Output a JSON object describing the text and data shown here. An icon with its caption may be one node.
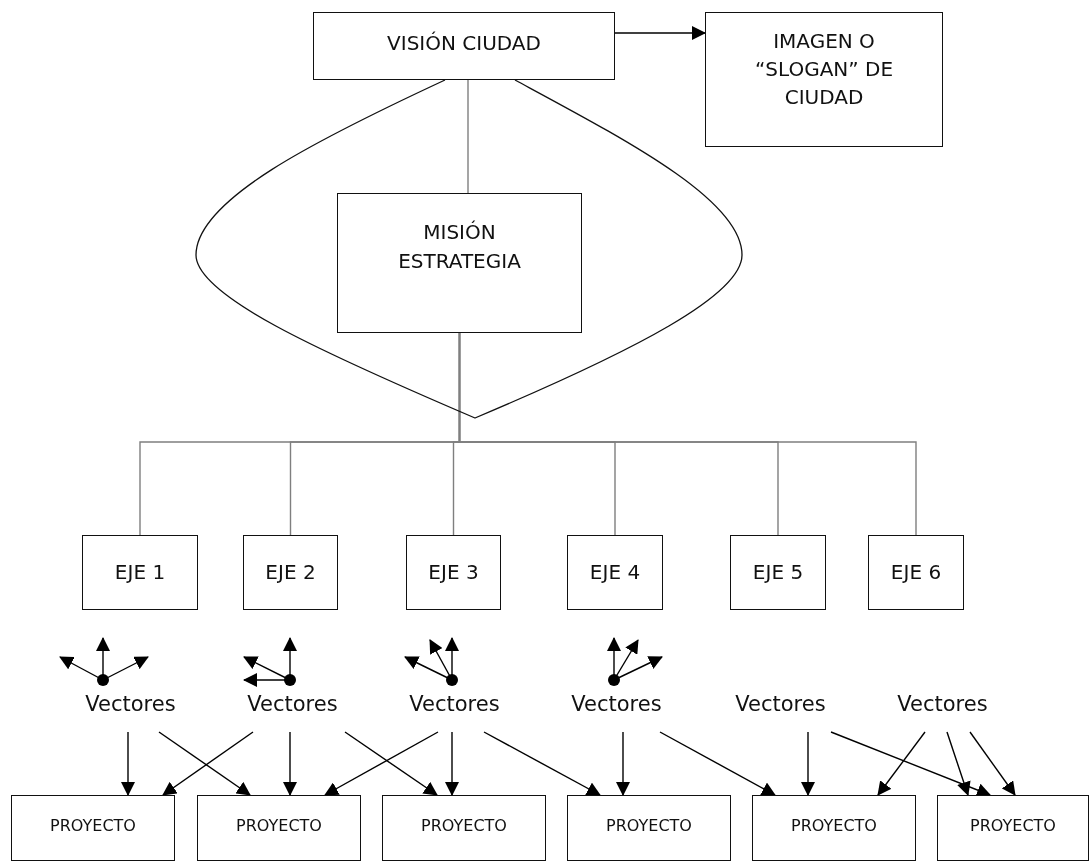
{
  "diagram": {
    "nodes": [
      {
        "text": [
          "VISIÓN CIUDAD"
        ]
      },
      {
        "text": [
          "IMAGEN O “SLOGAN” DE CIUDAD"
        ]
      },
      {
        "text": [],
        "shape": "lens"
      },
      {
        "text": [
          "MISIÓN ESTRATEGIA"
        ],
        "in": 2
      },
      {
        "text": [
          "EJE 1"
        ]
      },
      {
        "text": [
          "EJE 2"
        ]
      },
      {
        "text": [
          "EJE 3"
        ]
      },
      {
        "text": [
          "EJE 4"
        ]
      },
      {
        "text": [
          "EJE 5"
        ]
      },
      {
        "text": [
          "EJE 6"
        ]
      },
      {
        "text": [
          "Vectores"
        ]
      },
      {
        "text": [
          "Vectores"
        ]
      },
      {
        "text": [
          "Vectores"
        ]
      },
      {
        "text": [
          "Vectores"
        ]
      },
      {
        "text": [
          "Vectores"
        ]
      },
      {
        "text": [
          "Vectores"
        ]
      },
      {
        "text": [
          "PROYECTO"
        ]
      },
      {
        "text": [
          "PROYECTO"
        ]
      },
      {
        "text": [
          "PROYECTO"
        ]
      },
      {
        "text": [
          "PROYECTO"
        ]
      },
      {
        "text": [
          "PROYECTO"
        ]
      },
      {
        "text": [
          "PROYECTO"
        ]
      }
    ],
    "edges": [
      {
        "from": 0,
        "to": 1,
        "arrow": "to"
      },
      {
        "from": 0,
        "to": 3,
        "arrow": "none",
        "color": "#7f7f7f"
      },
      {
        "from": 3,
        "to": 4,
        "arrow": "none",
        "color": "#7f7f7f"
      },
      {
        "from": 3,
        "to": 5,
        "arrow": "none",
        "color": "#7f7f7f"
      },
      {
        "from": 3,
        "to": 6,
        "arrow": "none",
        "color": "#7f7f7f"
      },
      {
        "from": 3,
        "to": 7,
        "arrow": "none",
        "color": "#7f7f7f"
      },
      {
        "from": 3,
        "to": 8,
        "arrow": "none",
        "color": "#7f7f7f"
      },
      {
        "from": 3,
        "to": 9,
        "arrow": "none",
        "color": "#7f7f7f"
      },
      {
        "from": 10,
        "to": 16,
        "arrow": "to"
      },
      {
        "from": 10,
        "to": 17,
        "arrow": "to"
      },
      {
        "from": 11,
        "to": 16,
        "arrow": "to"
      },
      {
        "from": 11,
        "to": 17,
        "arrow": "to"
      },
      {
        "from": 11,
        "to": 18,
        "arrow": "to"
      },
      {
        "from": 12,
        "to": 17,
        "arrow": "to"
      },
      {
        "from": 12,
        "to": 18,
        "arrow": "to"
      },
      {
        "from": 12,
        "to": 19,
        "arrow": "to"
      },
      {
        "from": 13,
        "to": 19,
        "arrow": "to"
      },
      {
        "from": 13,
        "to": 20,
        "arrow": "to"
      },
      {
        "from": 14,
        "to": 20,
        "arrow": "to"
      },
      {
        "from": 14,
        "to": 21,
        "arrow": "to"
      },
      {
        "from": 15,
        "to": 20,
        "arrow": "to"
      },
      {
        "from": 15,
        "to": 21,
        "arrow": "to"
      },
      {
        "from": 15,
        "to": 21,
        "arrow": "to"
      }
    ]
  }
}
